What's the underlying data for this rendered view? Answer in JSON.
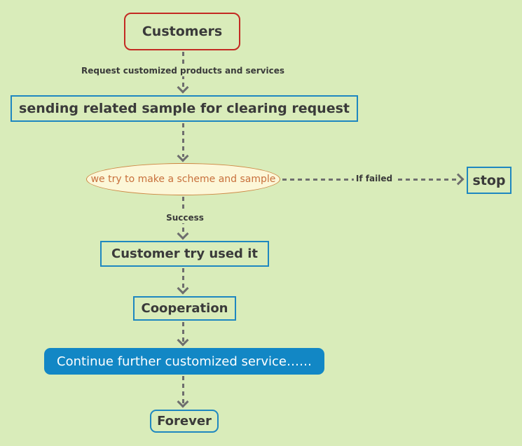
{
  "diagram": {
    "type": "flowchart",
    "nodes": {
      "customers": {
        "label": "Customers",
        "shape": "rounded-rect",
        "border_color": "#c32a22"
      },
      "sending": {
        "label": "sending related sample for clearing request",
        "shape": "rect",
        "border_color": "#1e87c0"
      },
      "scheme": {
        "label": "we try to make a scheme and sample",
        "shape": "ellipse",
        "border_color": "#cd8540",
        "fill": "#fcf7d8",
        "text_color": "#c8703c"
      },
      "stop": {
        "label": "stop",
        "shape": "rect",
        "border_color": "#1e87c0"
      },
      "customer_try": {
        "label": "Customer try used it",
        "shape": "rect",
        "border_color": "#1e87c0"
      },
      "cooperation": {
        "label": "Cooperation",
        "shape": "rect",
        "border_color": "#1e87c0"
      },
      "continue": {
        "label": "Continue further customized service……",
        "shape": "rounded-rect",
        "fill": "#1287c5",
        "text_color": "#ffffff"
      },
      "forever": {
        "label": "Forever",
        "shape": "rounded-rect",
        "border_color": "#1e87c0"
      }
    },
    "edges": [
      {
        "from": "customers",
        "to": "sending",
        "label": "Request customized products and services",
        "style": "dashed"
      },
      {
        "from": "sending",
        "to": "scheme",
        "label": "",
        "style": "dashed"
      },
      {
        "from": "scheme",
        "to": "stop",
        "label": "If failed",
        "style": "dashed"
      },
      {
        "from": "scheme",
        "to": "customer_try",
        "label": "Success",
        "style": "dashed"
      },
      {
        "from": "customer_try",
        "to": "cooperation",
        "label": "",
        "style": "dashed"
      },
      {
        "from": "cooperation",
        "to": "continue",
        "label": "",
        "style": "dashed"
      },
      {
        "from": "continue",
        "to": "forever",
        "label": "",
        "style": "dashed"
      }
    ],
    "edge_labels": {
      "request": "Request customized products and services",
      "if_failed": "If failed",
      "success": "Success"
    },
    "colors": {
      "background": "#d9ecba",
      "accent_blue": "#1e87c0",
      "accent_red": "#c32a22",
      "accent_orange": "#cd8540",
      "fill_blue": "#1287c5",
      "ellipse_fill": "#fcf7d8",
      "arrow_gray": "#6e6e6e",
      "text_dark": "#3a3a3a"
    }
  }
}
